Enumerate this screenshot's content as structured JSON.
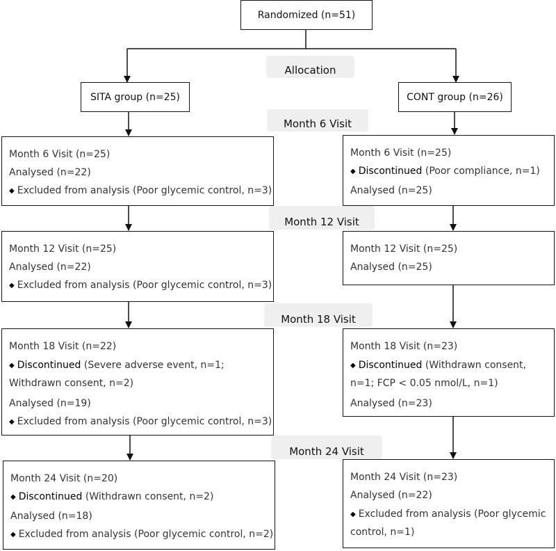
{
  "randomized": "Randomized (n=51)",
  "allocation": "Allocation",
  "groups": {
    "sita": "SITA group (n=25)",
    "cont": "CONT group (n=26)"
  },
  "visit_bands": {
    "m6": "Month 6 Visit",
    "m12": "Month 12 Visit",
    "m18": "Month 18 Visit",
    "m24": "Month 24 Visit"
  },
  "sita": {
    "m6": {
      "title": "Month 6 Visit (n=25)",
      "analysed": "Analysed  (n=22)",
      "excluded": "Excluded from analysis (Poor glycemic control, n=3)"
    },
    "m12": {
      "title": "Month 12 Visit (n=25)",
      "analysed": "Analysed  (n=22)",
      "excluded": "Excluded from analysis (Poor glycemic control, n=3)"
    },
    "m18": {
      "title": "Month 18 Visit (n=22)",
      "disc_label": "Discontinued",
      "disc_detail": "(Severe adverse event, n=1; Withdrawn consent, n=2)",
      "analysed": "Analysed  (n=19)",
      "excluded": "Excluded from analysis (Poor glycemic control, n=3)"
    },
    "m24": {
      "title": "Month 24 Visit (n=20)",
      "disc_label": "Discontinued",
      "disc_detail": "(Withdrawn consent, n=2)",
      "analysed": "Analysed  (n=18)",
      "excluded": "Excluded from analysis (Poor glycemic control, n=2)"
    }
  },
  "cont": {
    "m6": {
      "title": "Month 6 Visit (n=25)",
      "disc_label": "Discontinued",
      "disc_detail": "(Poor compliance, n=1)",
      "analysed": "Analysed  (n=25)"
    },
    "m12": {
      "title": "Month 12 Visit (n=25)",
      "analysed": "Analysed  (n=25)"
    },
    "m18": {
      "title": "Month 18 Visit (n=23)",
      "disc_label": "Discontinued",
      "disc_detail": "(Withdrawn consent, n=1; FCP < 0.05 nmol/L, n=1)",
      "analysed": "Analysed  (n=23)"
    },
    "m24": {
      "title": "Month 24 Visit (n=23)",
      "analysed": "Analysed  (n=22)",
      "excluded": "Excluded from analysis (Poor glycemic control, n=1)"
    }
  }
}
